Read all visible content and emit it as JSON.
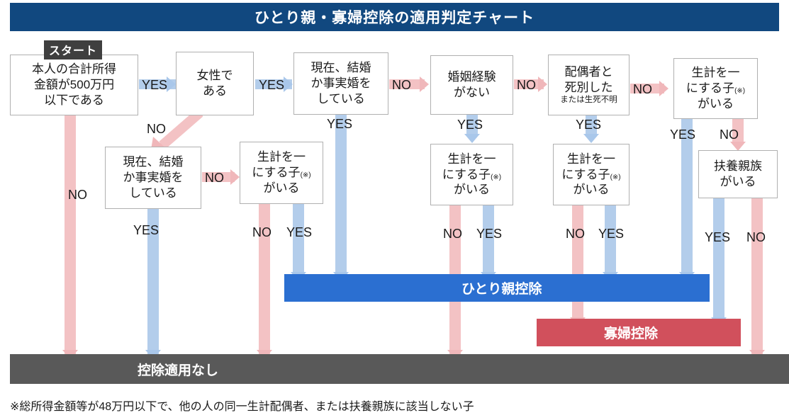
{
  "title": "ひとり親・寡婦控除の適用判定チャート",
  "start_tag": "スタート",
  "colors": {
    "title_bar": "#11487f",
    "blue_arrow": "#b3cdeb",
    "pink_arrow": "#f3c2c4",
    "hitorioya_bar": "#2b6fd1",
    "kafu_bar": "#d1505c",
    "none_bar": "#595959",
    "box_border": "#b0b0b0",
    "start_tag_bg": "#3f3f3f"
  },
  "boxes": {
    "income": {
      "l1": "本人の合計所得",
      "l2": "金額が500万円",
      "l3": "以下である"
    },
    "female": {
      "l1": "女性で",
      "l2": "ある"
    },
    "married_top": {
      "l1": "現在、結婚",
      "l2": "か事実婚を",
      "l3": "している"
    },
    "no_marriage_history": {
      "l1": "婚姻経験",
      "l2": "がない"
    },
    "spouse_deceased": {
      "l1": "配偶者と",
      "l2": "死別した",
      "sub": "または生死不明"
    },
    "child_top_right": {
      "l1": "生計を一",
      "l2": "にする子",
      "note": "(※)",
      "l3": "がいる"
    },
    "married_second": {
      "l1": "現在、結婚",
      "l2": "か事実婚を",
      "l3": "している"
    },
    "child_second_1": {
      "l1": "生計を一",
      "l2": "にする子",
      "note": "(※)",
      "l3": "がいる"
    },
    "child_second_2": {
      "l1": "生計を一",
      "l2": "にする子",
      "note": "(※)",
      "l3": "がいる"
    },
    "child_second_3": {
      "l1": "生計を一",
      "l2": "にする子",
      "note": "(※)",
      "l3": "がいる"
    },
    "dependent_relative": {
      "l1": "扶養親族",
      "l2": "がいる"
    }
  },
  "edge_labels": {
    "yes_1": "YES",
    "no_1": "NO",
    "yes_2": "YES",
    "no_2": "NO",
    "yes_married_top": "YES",
    "no_married_second": "NO",
    "yes_married_second": "YES",
    "no_child_s1_left": "NO",
    "yes_child_s1_right": "YES",
    "no_3": "NO",
    "yes_no_marriage": "YES",
    "no_4": "NO",
    "yes_spouse_deceased": "YES",
    "no_5": "NO",
    "no_child_s2_left": "NO",
    "yes_child_s2_right": "YES",
    "no_child_s3_left": "NO",
    "yes_child_s3_right": "YES",
    "yes_child_topright": "YES",
    "no_child_topright": "NO",
    "yes_dependent": "YES",
    "no_dependent": "NO"
  },
  "results": {
    "hitorioya": "ひとり親控除",
    "kafu": "寡婦控除",
    "none": "控除適用なし"
  },
  "footnote": "※総所得金額等が48万円以下で、他の人の同一生計配偶者、または扶養親族に該当しない子"
}
